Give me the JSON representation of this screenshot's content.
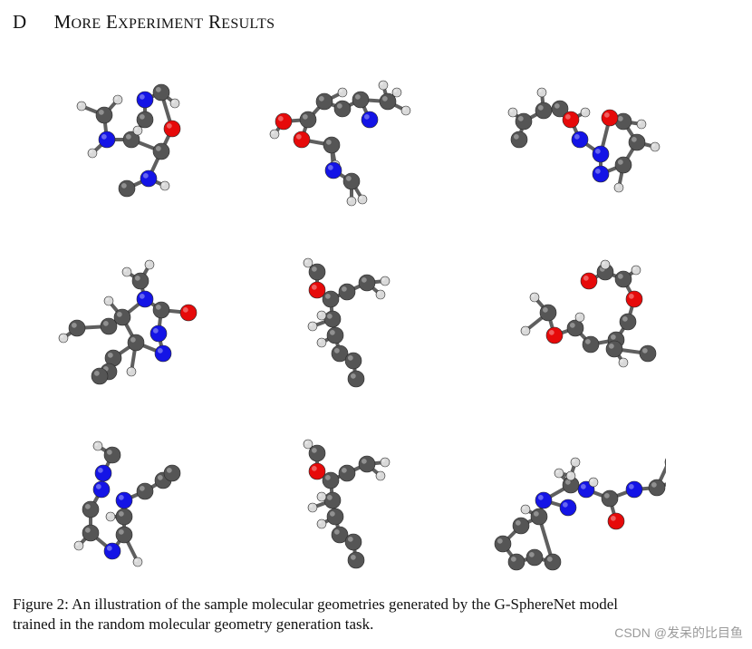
{
  "section": {
    "letter": "D",
    "title_words": [
      {
        "first": "M",
        "rest": "ORE"
      },
      {
        "first": "E",
        "rest": "XPERIMENT"
      },
      {
        "first": "R",
        "rest": "ESULTS"
      }
    ]
  },
  "colors": {
    "carbon": "#555555",
    "hydrogen": "#d9d9d9",
    "nitrogen": "#1414e6",
    "oxygen": "#e60a0a",
    "bond": "#5f5f5f"
  },
  "figure": {
    "caption_line1": "Figure 2: An illustration of the sample molecular geometries generated by the G-SphereNet model",
    "caption_line2": "trained in the random molecular geometry generation task."
  },
  "watermark": "CSDN @发呆的比目鱼"
}
